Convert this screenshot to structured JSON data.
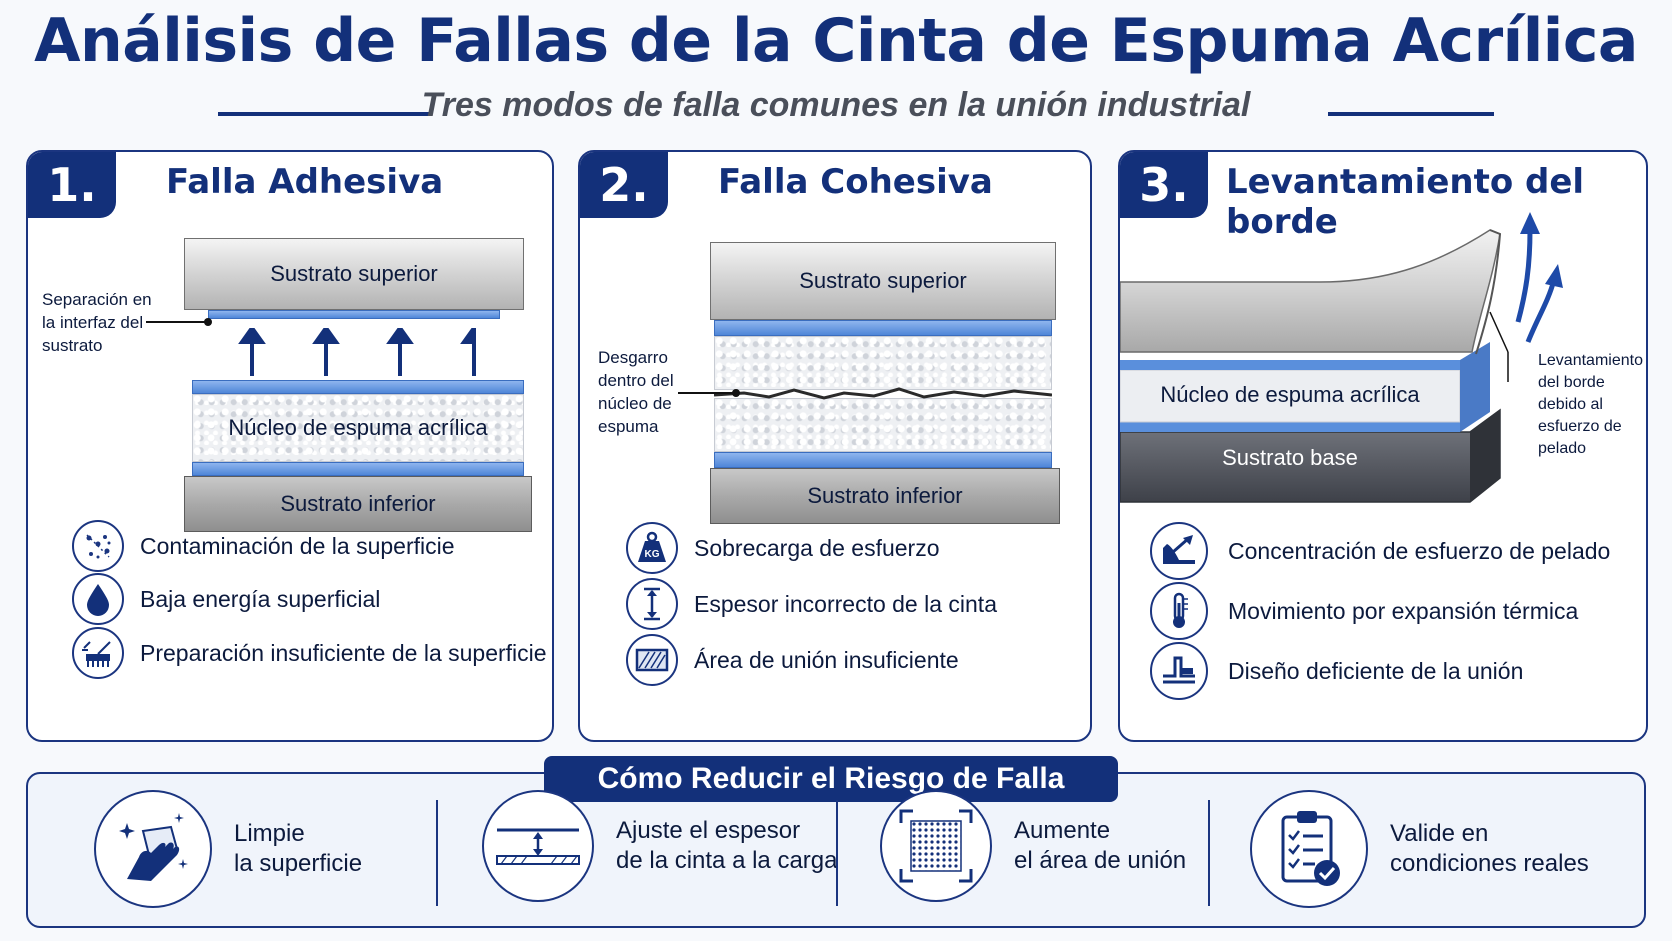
{
  "header": {
    "title": "Análisis de Fallas de la Cinta de Espuma Acrílica",
    "subtitle": "Tres modos de falla comunes en la unión industrial"
  },
  "colors": {
    "primary": "#13307a",
    "adhesive_blue": "#5a8fdc",
    "background": "#f7f9fc"
  },
  "panels": [
    {
      "number": "1.",
      "title": "Falla Adhesiva",
      "labels": {
        "top": "Sustrato superior",
        "core": "Núcleo de espuma acrílica",
        "bottom": "Sustrato inferior"
      },
      "annotation": [
        "Separación en",
        "la interfaz del",
        "sustrato"
      ],
      "items": [
        {
          "icon": "contamination-icon",
          "text": "Contaminación de la superficie"
        },
        {
          "icon": "drop-icon",
          "text": "Baja energía superficial"
        },
        {
          "icon": "brush-icon",
          "text": "Preparación insuficiente de la superficie"
        }
      ]
    },
    {
      "number": "2.",
      "title": "Falla Cohesiva",
      "labels": {
        "top": "Sustrato superior",
        "bottom": "Sustrato inferior"
      },
      "annotation": [
        "Desgarro",
        "dentro del",
        "núcleo de",
        "espuma"
      ],
      "items": [
        {
          "icon": "weight-icon",
          "icon_label": "KG",
          "text": "Sobrecarga de esfuerzo"
        },
        {
          "icon": "thickness-icon",
          "text": "Espesor incorrecto de la cinta"
        },
        {
          "icon": "area-icon",
          "text": "Área de unión insuficiente"
        }
      ]
    },
    {
      "number": "3.",
      "title": "Levantamiento del borde",
      "labels": {
        "core": "Núcleo de espuma acrílica",
        "bottom": "Sustrato base"
      },
      "annotation": [
        "Levantamiento",
        "del borde",
        "debido al",
        "esfuerzo de",
        "pelado"
      ],
      "items": [
        {
          "icon": "peel-icon",
          "text": "Concentración de esfuerzo de pelado"
        },
        {
          "icon": "thermometer-icon",
          "text": "Movimiento por expansión térmica"
        },
        {
          "icon": "joint-icon",
          "text": "Diseño deficiente de la unión"
        }
      ]
    }
  ],
  "reduce": {
    "title": "Cómo Reducir el Riesgo de Falla",
    "tips": [
      {
        "icon": "clean-hand-icon",
        "lines": [
          "Limpie",
          "la superficie"
        ]
      },
      {
        "icon": "thickness-gauge-icon",
        "lines": [
          "Ajuste el espesor",
          "de la cinta a la carga"
        ]
      },
      {
        "icon": "bond-area-icon",
        "lines": [
          "Aumente",
          "el área de unión"
        ]
      },
      {
        "icon": "checklist-icon",
        "lines": [
          "Valide en",
          "condiciones reales"
        ]
      }
    ]
  }
}
